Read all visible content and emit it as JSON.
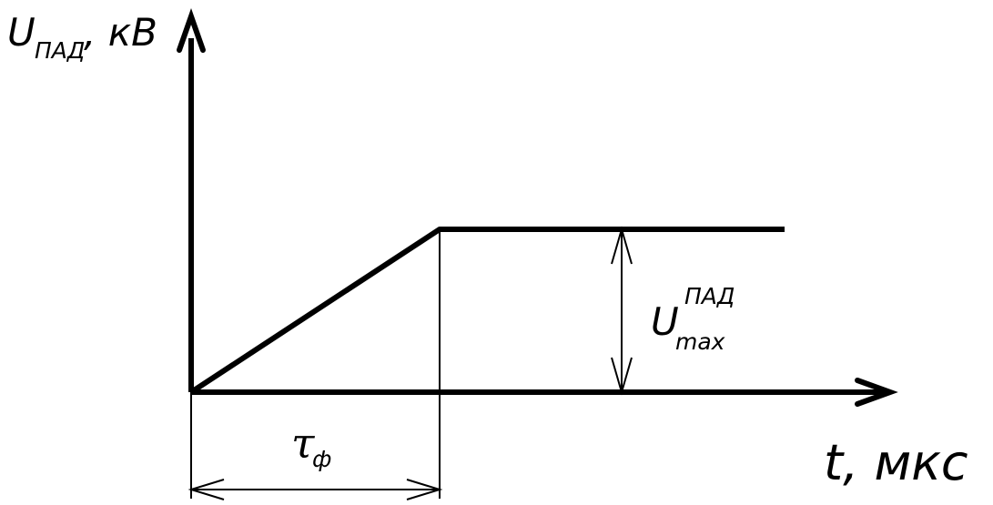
{
  "diagram": {
    "y_axis_label": {
      "main": "U",
      "sub": "ПАД",
      "unit": ", кВ"
    },
    "x_axis_label": "t, мкс",
    "amplitude_label": {
      "main": "U",
      "sup": "ПАД",
      "sub": "max"
    },
    "rise_time_label": {
      "main": "τ",
      "sub": "ф"
    },
    "colors": {
      "stroke": "#000000",
      "background": "#ffffff"
    }
  }
}
